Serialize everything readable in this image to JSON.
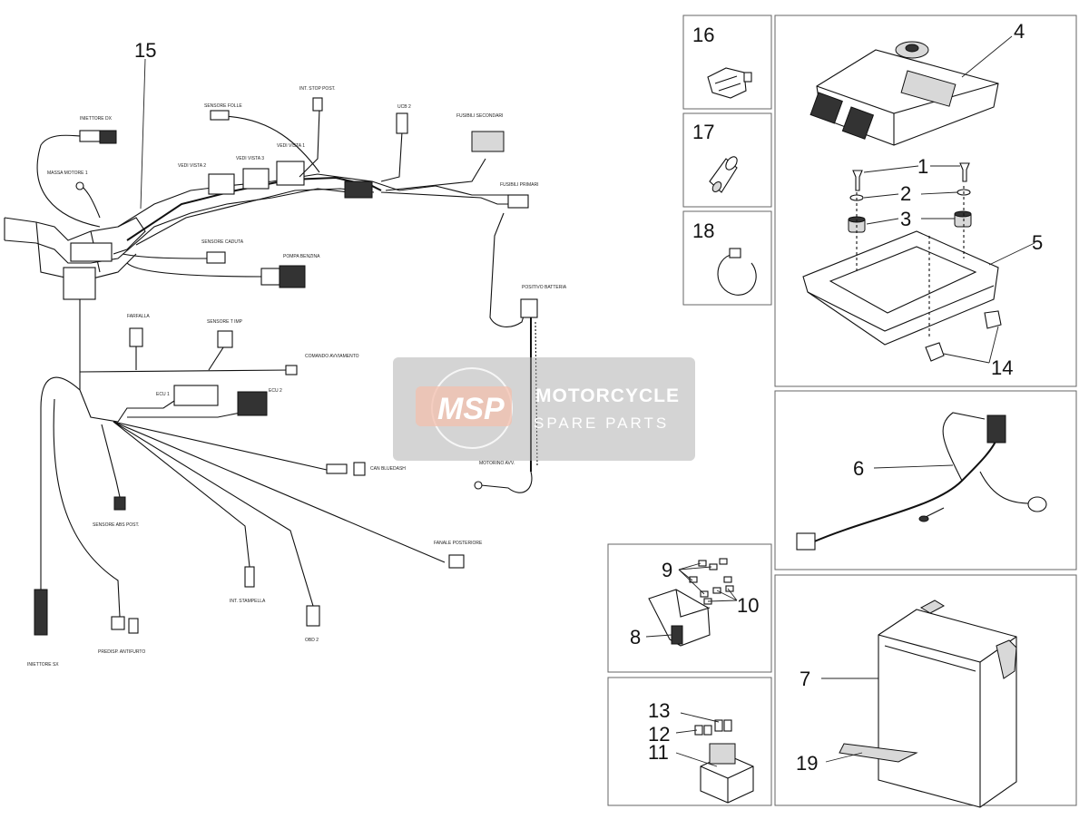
{
  "callouts": {
    "n1": "1",
    "n2": "2",
    "n3": "3",
    "n4": "4",
    "n5": "5",
    "n6": "6",
    "n7": "7",
    "n8": "8",
    "n9": "9",
    "n10": "10",
    "n11": "11",
    "n12": "12",
    "n13": "13",
    "n14": "14",
    "n15": "15",
    "n16": "16",
    "n17": "17",
    "n18": "18",
    "n19": "19"
  },
  "wiring_labels": {
    "iniettore_dx": "INIETTORE DX",
    "massa_motore": "MASSA MOTORE 1",
    "sensore_folle": "SENSORE FOLLE",
    "int_stop_post": "INT. STOP POST.",
    "ucb": "UCB 2",
    "fusibili_secondari": "FUSIBILI SECONDARI",
    "fusibili_primari": "FUSIBILI PRIMARI",
    "vedi_vista_1": "VEDI VISTA 1",
    "vedi_vista_2": "VEDI VISTA 2",
    "vedi_vista_3": "VEDI VISTA 3",
    "sensore_caduta": "SENSORE CADUTA",
    "pompa_benzina": "POMPA BENZINA",
    "positivo_batteria": "POSITIVO BATTERIA",
    "farfalla": "FARFALLA",
    "sensore_t_imp": "SENSORE T IMP",
    "comando_avviamento": "COMANDO AVVIAMENTO",
    "ecu1": "ECU 1",
    "ecu2": "ECU 2",
    "can_bluedash": "CAN BLUEDASH",
    "motorino_avv": "MOTORINO AVV.",
    "sensore_abs_post": "SENSORE ABS POST.",
    "fanale_posteriore": "FANALE POSTERIORE",
    "int_stampella": "INT. STAMPELLA",
    "obd": "OBD 2",
    "predisp_antifurto": "PREDISP. ANTIFURTO",
    "iniettore_sx": "INIETTORE SX"
  },
  "watermark": {
    "logo": "MSP",
    "line1": "MOTORCYCLE",
    "line2": "SPARE PARTS"
  }
}
